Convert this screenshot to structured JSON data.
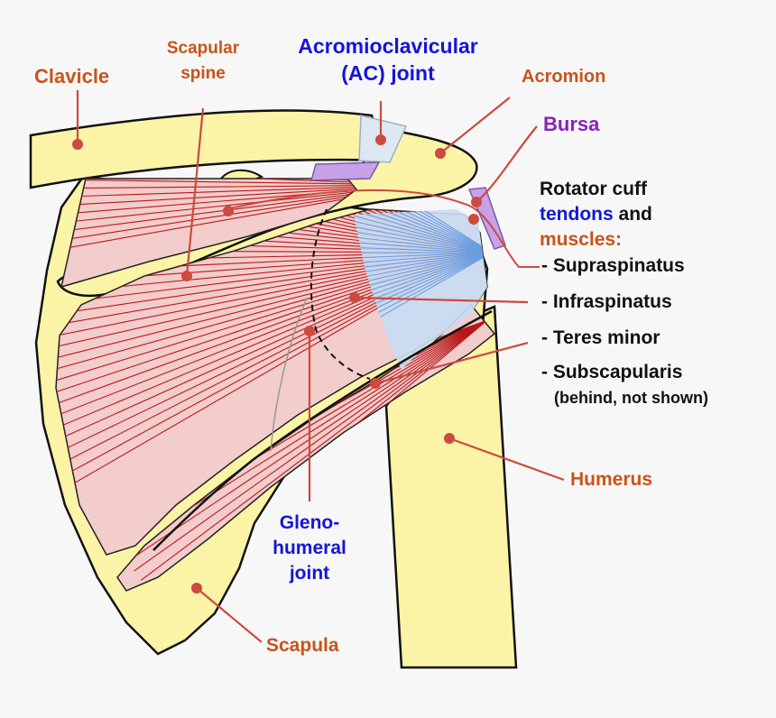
{
  "labels": {
    "clavicle": "Clavicle",
    "scapular_spine_1": "Scapular",
    "scapular_spine_2": "spine",
    "ac_joint_1": "Acromioclavicular",
    "ac_joint_2": "(AC) joint",
    "acromion": "Acromion",
    "bursa": "Bursa",
    "humerus": "Humerus",
    "scapula": "Scapula",
    "gleno_1": "Gleno-",
    "gleno_2": "humeral",
    "gleno_3": "joint"
  },
  "rotator_cuff": {
    "heading_1": "Rotator cuff",
    "heading_2a": "tendons",
    "heading_2b": "and",
    "heading_3": "muscles:",
    "items": [
      "- Supraspinatus",
      "- Infraspinatus",
      "- Teres minor",
      "- Subscapularis"
    ],
    "note": "(behind, not shown)"
  },
  "colors": {
    "bone": "#fbf3a6",
    "muscle": "#f3cccc",
    "muscle_fiber": "#b81818",
    "tendon": "#c9dcf2",
    "tendon_fiber": "#6d9ce0",
    "bursa": "#c8a2e8",
    "pointer": "#cc4a3f",
    "orange_label": "#c8541a",
    "blue_label": "#1515d8",
    "purple_label": "#8a22b8"
  }
}
